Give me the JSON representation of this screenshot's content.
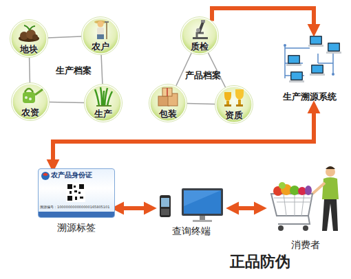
{
  "diagram": {
    "nodes": [
      {
        "text": [
          "地块"
        ]
      },
      {
        "text": [
          "农户"
        ]
      },
      {
        "text": [
          "农资"
        ]
      },
      {
        "text": [
          "生产"
        ]
      },
      {
        "text": [
          "质检"
        ]
      },
      {
        "text": [
          "包装"
        ]
      },
      {
        "text": [
          "资质"
        ]
      },
      {
        "text": [
          "生产溯源系统"
        ]
      },
      {
        "text": [
          "农产品身份证",
          "溯源编号：100000000000000165805101",
          "溯源标签"
        ]
      },
      {
        "text": [
          "查询终端"
        ]
      },
      {
        "text": [
          "消费者"
        ]
      }
    ],
    "edges": [
      {
        "from": 0,
        "to": 1,
        "arrow": "none"
      },
      {
        "from": 0,
        "to": 2,
        "arrow": "none"
      },
      {
        "from": 1,
        "to": 3,
        "arrow": "none"
      },
      {
        "from": 2,
        "to": 3,
        "arrow": "none"
      },
      {
        "from": 4,
        "to": 5,
        "arrow": "none"
      },
      {
        "from": 4,
        "to": 6,
        "arrow": "none"
      },
      {
        "from": 5,
        "to": 6,
        "arrow": "none"
      },
      {
        "from": 4,
        "to": 7,
        "arrow": "to"
      },
      {
        "from": 7,
        "to": 8,
        "arrow": "both"
      },
      {
        "from": 8,
        "to": 9,
        "arrow": "both"
      },
      {
        "from": 9,
        "to": 10,
        "arrow": "both"
      }
    ],
    "labels": [
      "生产档案",
      "产品档案",
      "正品防伪"
    ]
  }
}
